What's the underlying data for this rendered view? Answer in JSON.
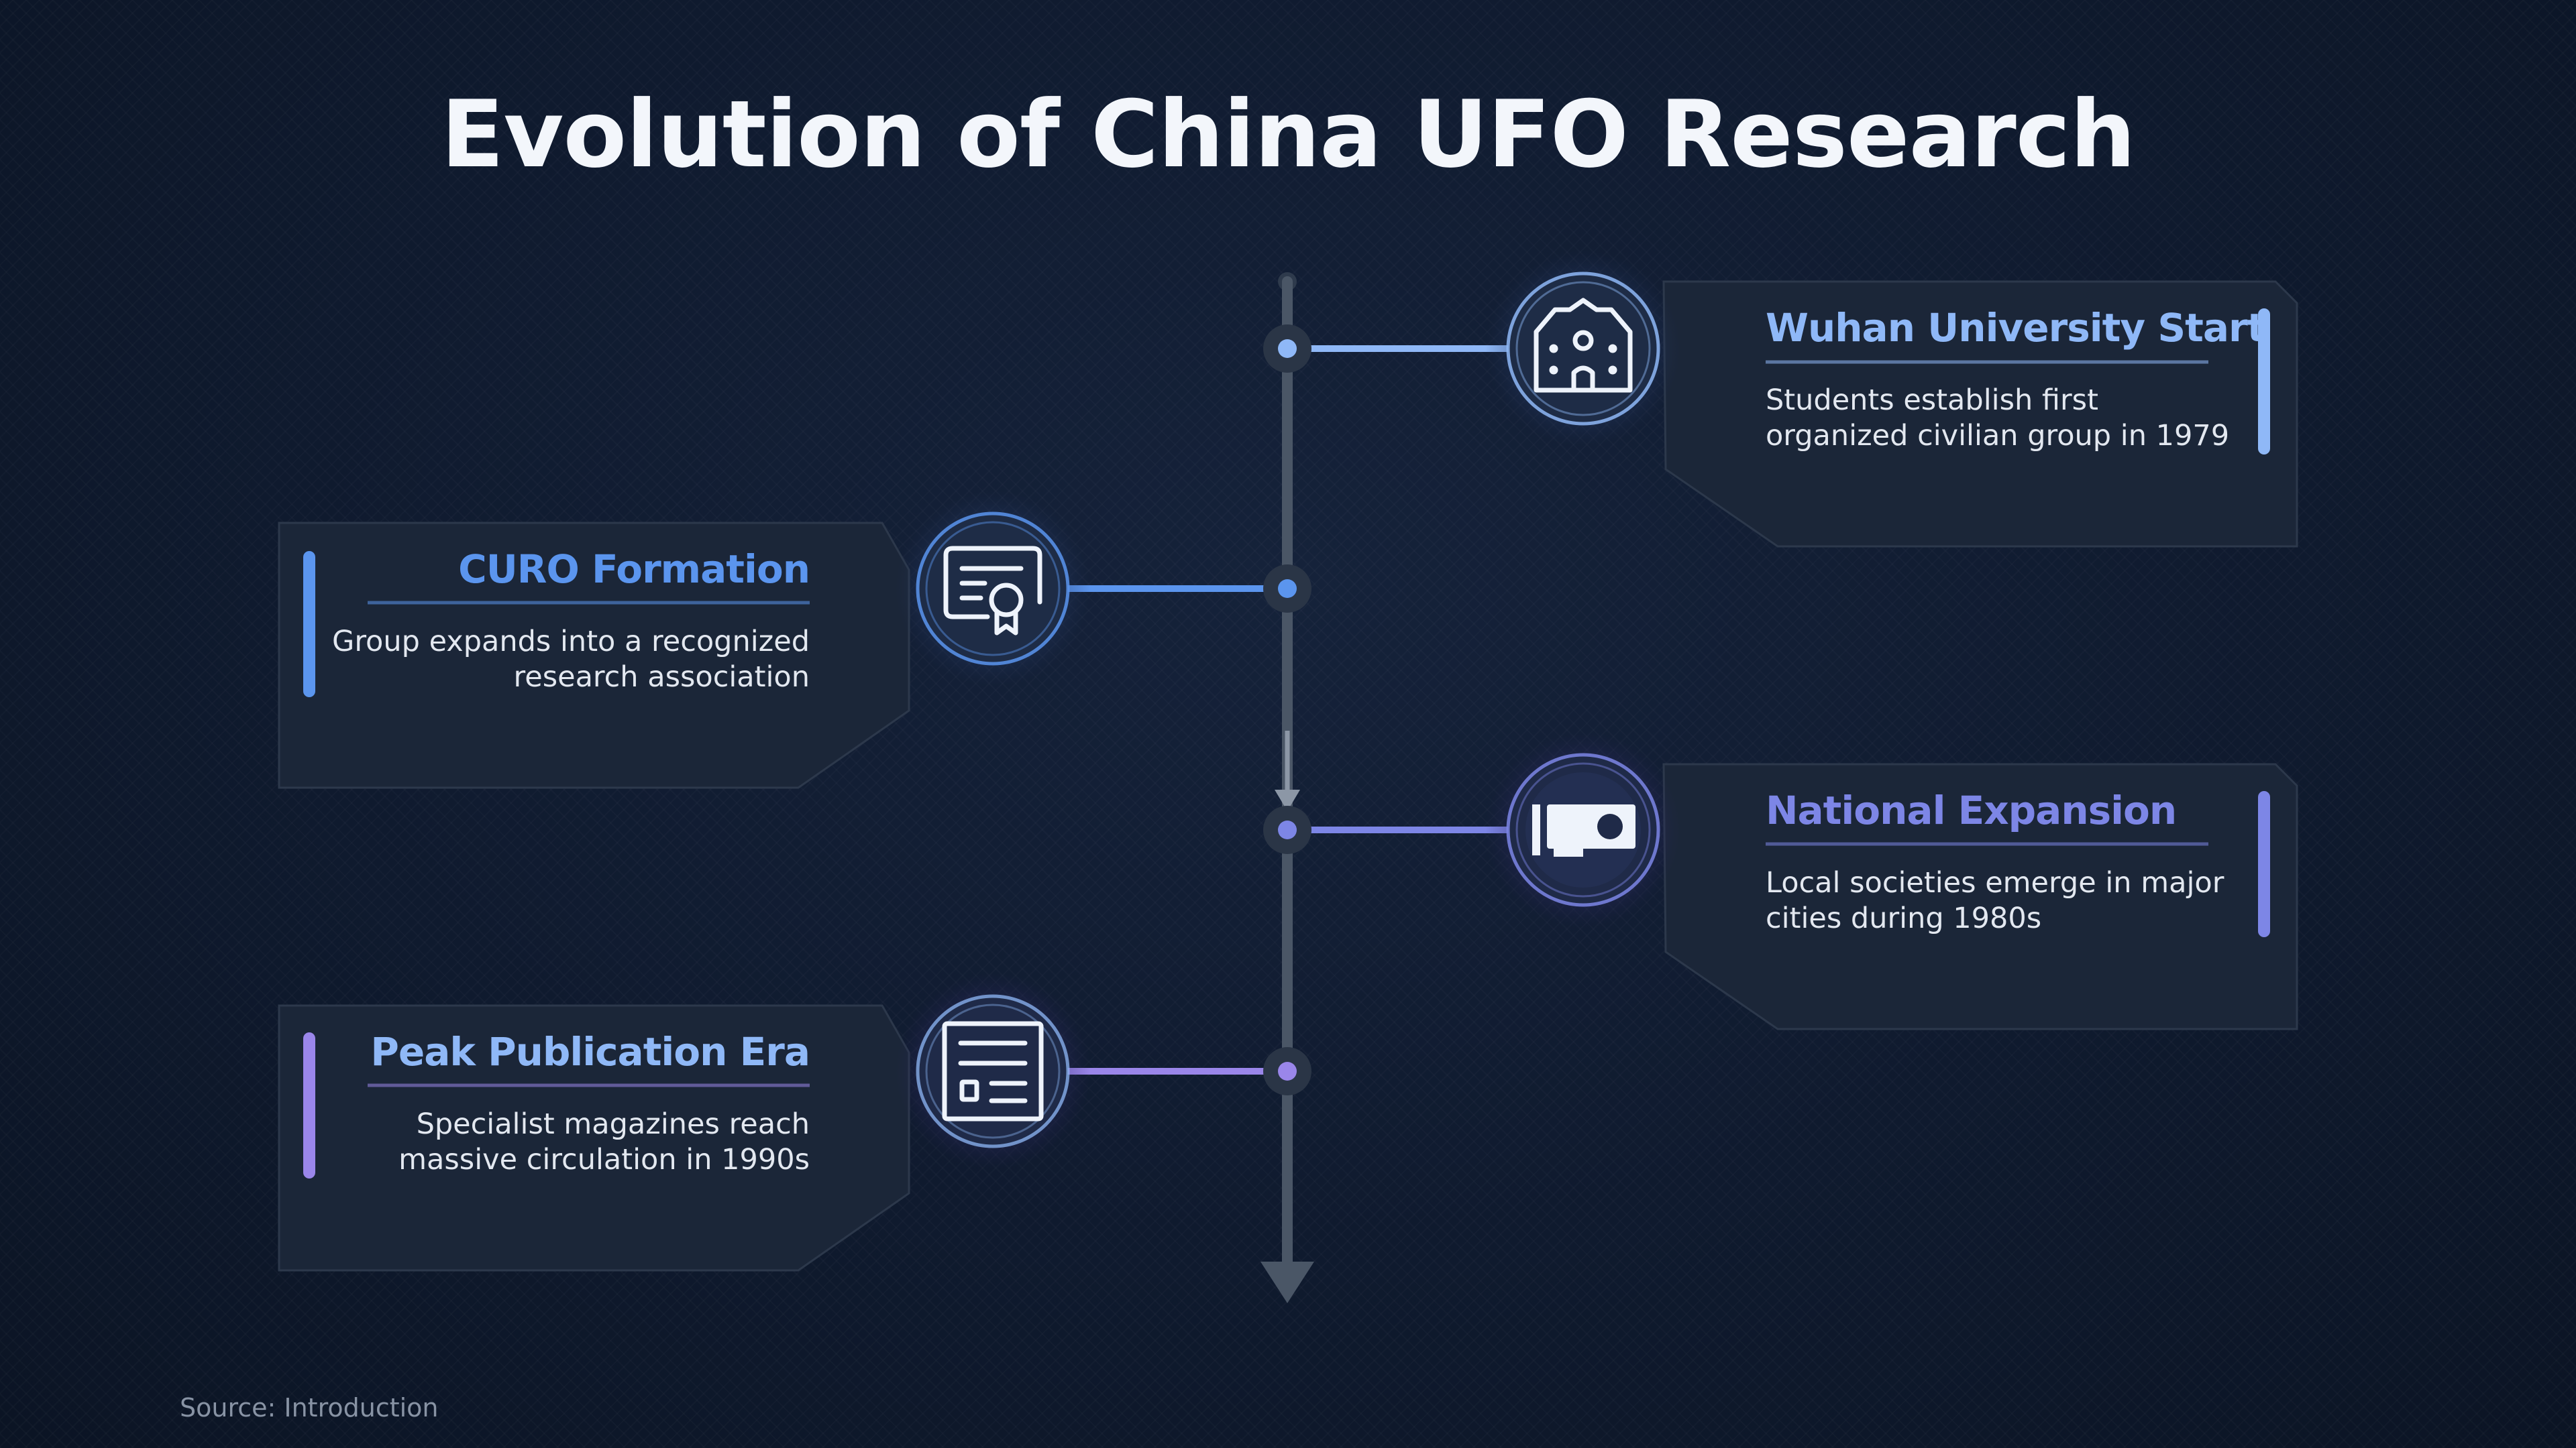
{
  "title": "Evolution of China UFO Research",
  "source": "Source: Introduction",
  "colors": {
    "background": "#0f1a2e",
    "card": "#1b2638",
    "spine": "#4a5666",
    "blue_light": "#8fb8f7",
    "blue": "#5b95ee",
    "indigo": "#7d86e6",
    "purple": "#9a86ea"
  },
  "milestones": [
    {
      "title": "Wuhan University Start",
      "description_lines": [
        "Students establish first",
        "organized civilian group in 1979"
      ],
      "icon": "building-icon",
      "accent": "#8fb8f7",
      "side": "right"
    },
    {
      "title": "CURO Formation",
      "description_lines": [
        "Group expands into a recognized",
        "research association"
      ],
      "icon": "certificate-icon",
      "accent": "#5b95ee",
      "side": "left"
    },
    {
      "title": "National Expansion",
      "description_lines": [
        "Local societies emerge in major",
        "cities during 1980s"
      ],
      "icon": "projector-icon",
      "accent": "#7d86e6",
      "side": "right"
    },
    {
      "title": "Peak Publication Era",
      "description_lines": [
        "Specialist magazines reach",
        "massive circulation in 1990s"
      ],
      "icon": "newspaper-icon",
      "accent": "#9a86ea",
      "side": "left"
    }
  ]
}
